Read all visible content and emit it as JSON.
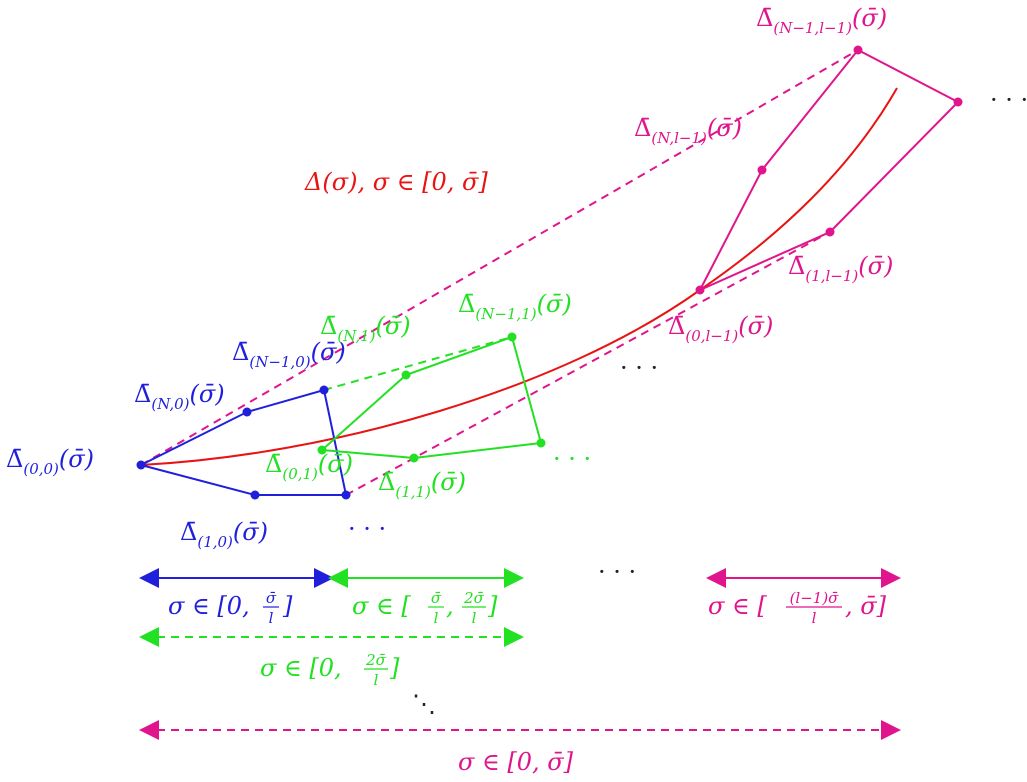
{
  "colors": {
    "blue": "#1f1fdc",
    "green": "#22e022",
    "magenta": "#e0148c",
    "red": "#e81414",
    "black": "#222222"
  },
  "curve": {
    "label": "Δ(σ),  σ ∈ [0, σ̄]"
  },
  "blue_labels": {
    "p00": {
      "base": "Δ̄",
      "sub": "(0,0)",
      "tail": "(σ̄)"
    },
    "pN0": {
      "base": "Δ̄",
      "sub": "(N,0)",
      "tail": "(σ̄)"
    },
    "pNm10": {
      "base": "Δ̄",
      "sub": "(N−1,0)",
      "tail": "(σ̄)"
    },
    "p10": {
      "base": "Δ̄",
      "sub": "(1,0)",
      "tail": "(σ̄)"
    }
  },
  "green_labels": {
    "pN1": {
      "base": "Δ̄",
      "sub": "(N,1)",
      "tail": "(σ̄)"
    },
    "pNm11": {
      "base": "Δ̄",
      "sub": "(N−1,1)",
      "tail": "(σ̄)"
    },
    "p01": {
      "base": "Δ̄",
      "sub": "(0,1)",
      "tail": "(σ̄)"
    },
    "p11": {
      "base": "Δ̄",
      "sub": "(1,1)",
      "tail": "(σ̄)"
    }
  },
  "magenta_labels": {
    "pNm1l": {
      "base": "Δ̄",
      "sub": "(N−1,l−1)",
      "tail": "(σ̄)"
    },
    "pNl": {
      "base": "Δ̄",
      "sub": "(N,l−1)",
      "tail": "(σ̄)"
    },
    "p1l": {
      "base": "Δ̄",
      "sub": "(1,l−1)",
      "tail": "(σ̄)"
    },
    "p0l": {
      "base": "Δ̄",
      "sub": "(0,l−1)",
      "tail": "(σ̄)"
    }
  },
  "ellipses": {
    "top_right": "· · ·",
    "middle": "· · ·",
    "green_right": "· · ·",
    "blue_below": "· · ·",
    "intervals_middle": "· · ·",
    "diagonal": "⋱"
  },
  "intervals": {
    "blue": {
      "pre": "σ ∈ [0, ",
      "num": "σ̄",
      "den": "l",
      "post": "]"
    },
    "green": {
      "pre": "σ ∈ [",
      "num1": "σ̄",
      "den1": "l",
      "mid": ", ",
      "num2": "2σ̄",
      "den2": "l",
      "post": "]"
    },
    "magenta": {
      "pre": "σ ∈ [",
      "num": "(l−1)σ̄",
      "den": "l",
      "post": ", σ̄]"
    },
    "green_cum": {
      "pre": "σ ∈ [0, ",
      "num": "2σ̄",
      "den": "l",
      "post": "]"
    },
    "magenta_cum": {
      "text": "σ ∈ [0, σ̄]"
    }
  }
}
